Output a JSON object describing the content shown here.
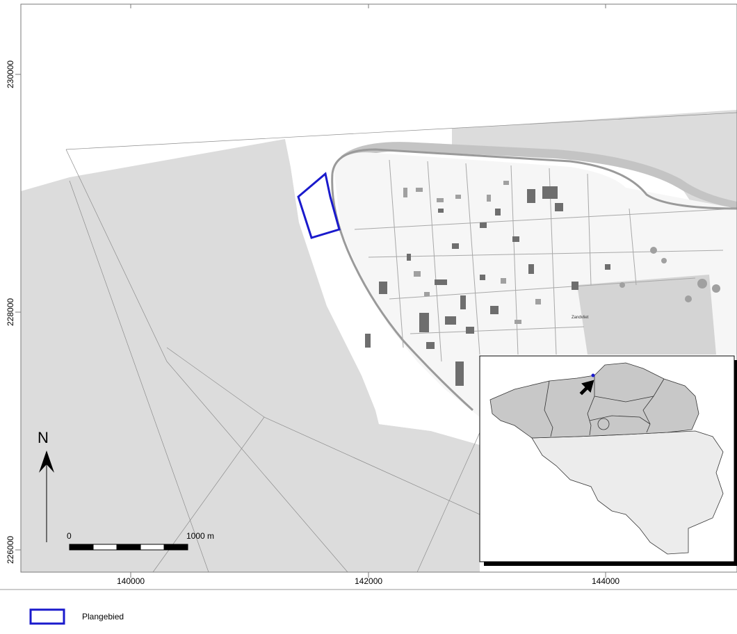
{
  "axes": {
    "x_ticks": [
      "140000",
      "142000",
      "144000"
    ],
    "y_ticks": [
      "230000",
      "228000",
      "226000"
    ]
  },
  "scale_bar": {
    "zero_label": "0",
    "max_label": "1000 m"
  },
  "north_arrow": {
    "letter": "N"
  },
  "map": {
    "place_label": "Zandvliet"
  },
  "legend": {
    "items": [
      {
        "label": "Plangebied",
        "color": "#1a1acc"
      }
    ]
  },
  "colors": {
    "land_gray": "#dcdcdc",
    "water_white": "#ffffff",
    "building_dark": "#6e6e6e",
    "flanders": "#c8c8c8",
    "wallonia": "#ececec",
    "plan_area": "#1a1acc",
    "arrow": "#000000"
  }
}
